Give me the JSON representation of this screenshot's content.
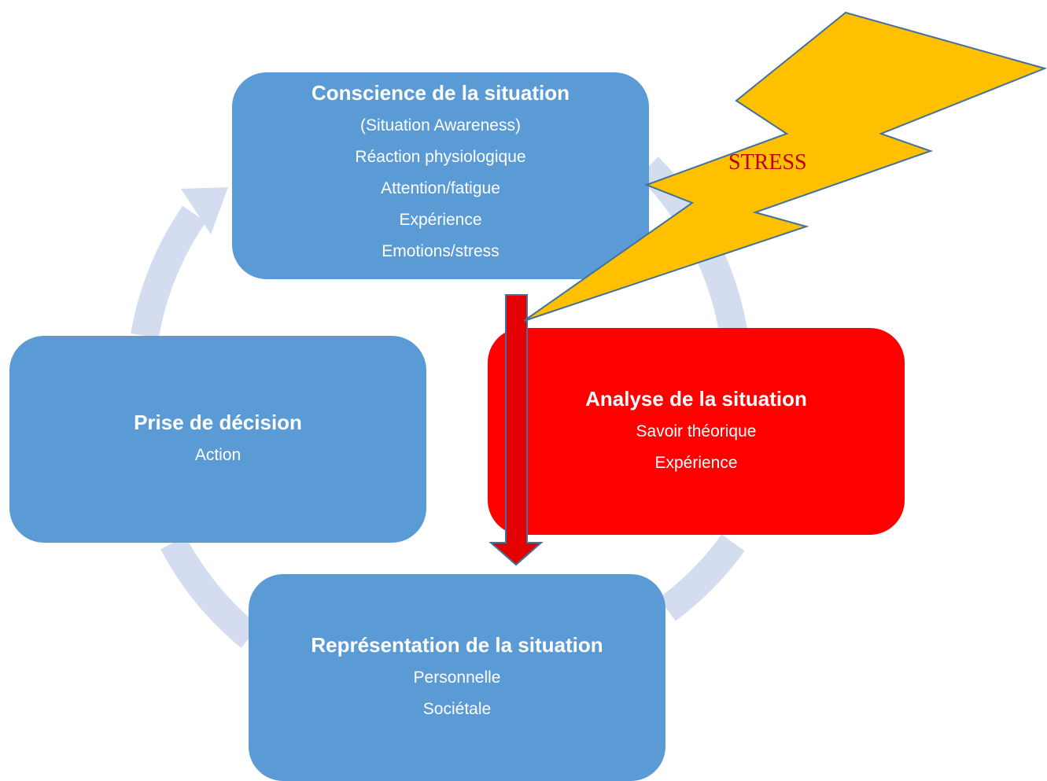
{
  "diagram": {
    "nodes": {
      "top": {
        "title": "Conscience de la situation",
        "lines": [
          "(Situation Awareness)",
          "Réaction physiologique",
          "Attention/fatigue",
          "Expérience",
          "Emotions/stress"
        ]
      },
      "right": {
        "title": "Analyse de la situation",
        "lines": [
          "Savoir théorique",
          "Expérience"
        ]
      },
      "bottom": {
        "title": "Représentation de la situation",
        "lines": [
          "Personnelle",
          "Sociétale"
        ]
      },
      "left": {
        "title": "Prise de décision",
        "lines": [
          "Action"
        ]
      }
    },
    "stress_label": "STRESS",
    "colors": {
      "node_blue": "#5b9bd5",
      "node_red": "#ff0000",
      "cycle_arrow": "#d3ddef",
      "bolt_fill": "#ffc000",
      "bolt_stroke": "#41719c",
      "stress_text": "#c00000",
      "down_arrow": "#e30000"
    }
  }
}
